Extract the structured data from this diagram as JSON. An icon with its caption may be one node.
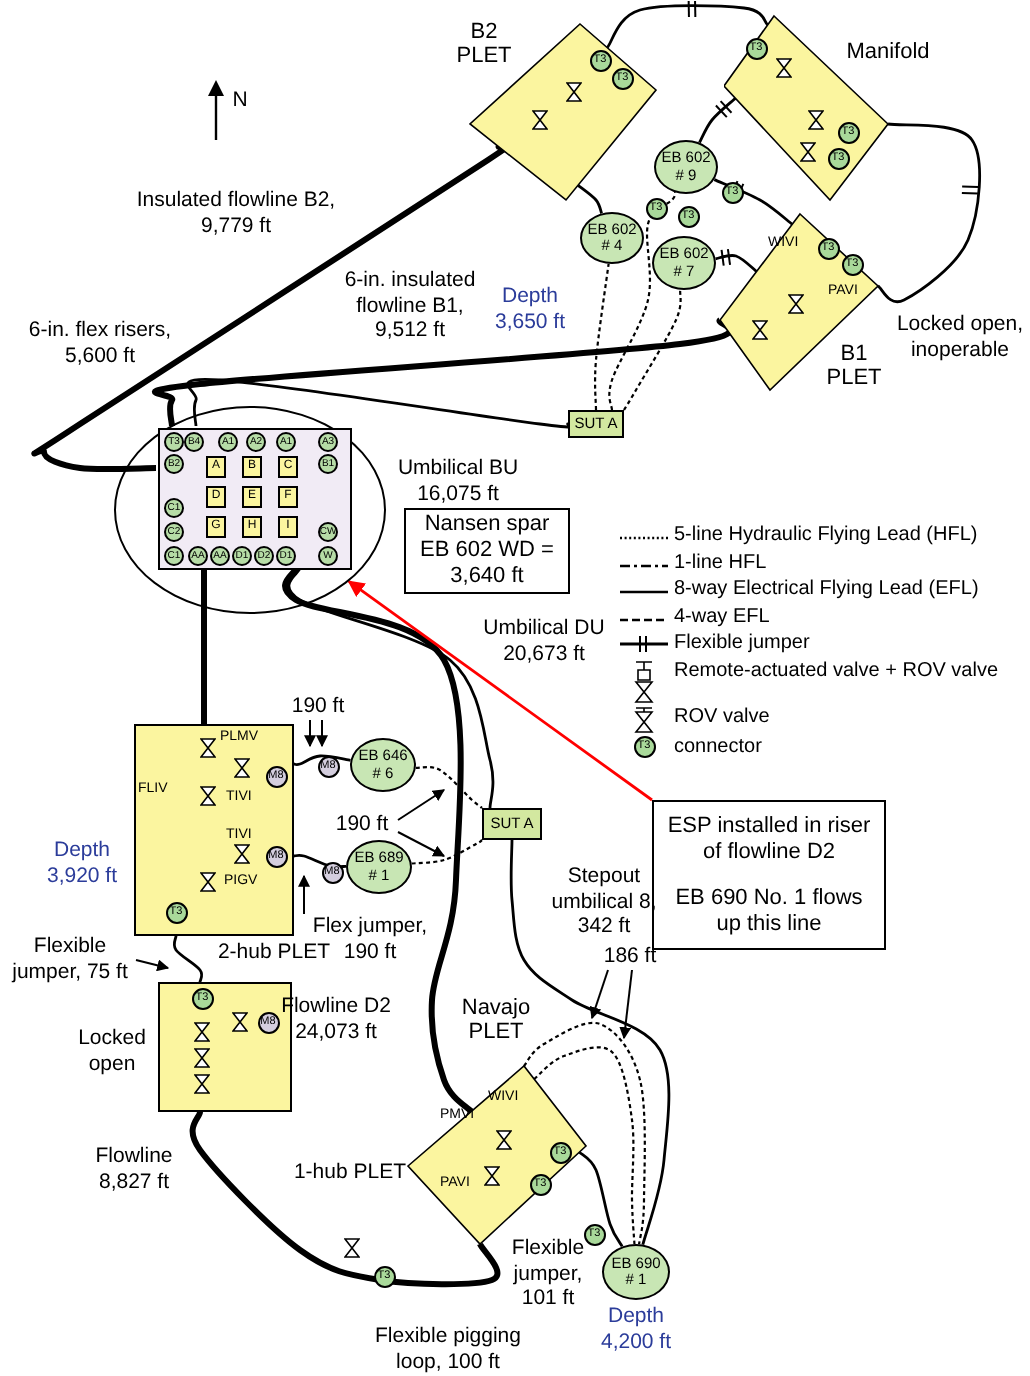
{
  "diagram": {
    "nodes": [
      {
        "text": [
          "B2 PLET"
        ]
      },
      {
        "text": [
          "Manifold"
        ]
      },
      {
        "text": [
          "B1 PLET"
        ]
      },
      {
        "text": [
          "EB 602 # 4"
        ]
      },
      {
        "text": [
          "EB 602 # 9"
        ]
      },
      {
        "text": [
          "EB 602 # 7"
        ]
      },
      {
        "text": [
          "SUT A"
        ]
      },
      {
        "text": [],
        "shape": "circle"
      },
      {
        "text": [],
        "shape": "box",
        "in": 7
      },
      {
        "text": [
          "Nansen spar EB 602 WD = 3,640 ft"
        ]
      },
      {
        "text": [],
        "shape": "box"
      },
      {
        "text": [
          "EB 646 # 6"
        ]
      },
      {
        "text": [
          "EB 689 # 1"
        ]
      },
      {
        "text": [
          "SUT A"
        ]
      },
      {
        "text": [],
        "shape": "box"
      },
      {
        "text": [
          "Navajo PLET"
        ]
      },
      {
        "text": [
          "EB 690 # 1"
        ],
        "beside": [
          "Depth 4,200 ft"
        ]
      },
      {
        "text": [
          "ESP installed in riser of flowline D2",
          "EB 690 No. 1 flows up this line"
        ]
      }
    ],
    "edges": [
      {
        "from": 0,
        "to": 8,
        "arrow": "none",
        "style": "thick"
      },
      {
        "from": 2,
        "to": 8,
        "arrow": "none",
        "style": "thick"
      },
      {
        "from": 8,
        "to": 6,
        "arrow": "none"
      },
      {
        "from": 6,
        "to": 3,
        "arrow": "none",
        "style": "dashed"
      },
      {
        "from": 6,
        "to": 4,
        "arrow": "none",
        "style": "dashed"
      },
      {
        "from": 6,
        "to": 5,
        "arrow": "none",
        "style": "dashed"
      },
      {
        "from": 0,
        "to": 3,
        "arrow": "none"
      },
      {
        "from": 0,
        "to": 1,
        "arrow": "none"
      },
      {
        "from": 1,
        "to": 4,
        "arrow": "none"
      },
      {
        "from": 1,
        "to": 2,
        "arrow": "none"
      },
      {
        "from": 4,
        "to": 2,
        "arrow": "none"
      },
      {
        "from": 5,
        "to": 2,
        "arrow": "none"
      },
      {
        "from": 8,
        "to": 10,
        "arrow": "none",
        "style": "thick"
      },
      {
        "from": 8,
        "to": 13,
        "arrow": "none"
      },
      {
        "from": 8,
        "to": 15,
        "arrow": "none",
        "style": "thick"
      },
      {
        "from": 13,
        "to": 16,
        "arrow": "none"
      },
      {
        "from": 10,
        "to": 11,
        "arrow": "none"
      },
      {
        "from": 10,
        "to": 12,
        "arrow": "none"
      },
      {
        "from": 11,
        "to": 13,
        "arrow": "none",
        "style": "dashed"
      },
      {
        "from": 12,
        "to": 13,
        "arrow": "none",
        "style": "dashed"
      },
      {
        "from": 10,
        "to": 14,
        "arrow": "none"
      },
      {
        "from": 14,
        "to": 15,
        "arrow": "none",
        "style": "thick"
      },
      {
        "from": 15,
        "to": 16,
        "arrow": "none"
      },
      {
        "from": 15,
        "to": 16,
        "arrow": "none",
        "style": "dashed"
      },
      {
        "from": 15,
        "to": 16,
        "arrow": "none",
        "style": "dashed"
      },
      {
        "from": 17,
        "to": 7,
        "arrow": "to",
        "color": "#ff0000"
      }
    ],
    "labels": [
      "N",
      "Depth 3,650 ft",
      "Insulated flowline B2, 9,779 ft",
      "6-in. insulated flowline B1, 9,512 ft",
      "6-in. flex risers, 5,600 ft",
      "Locked open, inoperable",
      "WIVI",
      "PAVI",
      "T3",
      "T3",
      "T3",
      "T3",
      "T3",
      "T3",
      "T3",
      "T3",
      "T3",
      "T3",
      "T3",
      "B4",
      "A1",
      "A2",
      "A1",
      "A3",
      "B2",
      "A",
      "B",
      "C",
      "B1",
      "D",
      "E",
      "F",
      "C1",
      "C2",
      "G",
      "H",
      "I",
      "CW",
      "C1",
      "AA",
      "AA",
      "D1",
      "D2",
      "D1",
      "W",
      "Umbilical BU 16,075 ft",
      "Umbilical DU 20,673 ft",
      "PLMV",
      "M8",
      "FLIV",
      "M8",
      "TIVI",
      "TIVI",
      "M8",
      "M8",
      "PIGV",
      "Depth 3,920 ft",
      "T3",
      "2-hub PLET",
      "T3",
      "M8",
      "Locked open",
      "Flowline D2 24,073 ft",
      "Stepout umbilical 8, 342 ft",
      "1-hub PLET",
      "Flowline 8,827 ft",
      "PMVI",
      "WIVI",
      "PAVI",
      "T3",
      "T3",
      "T3",
      "T3",
      "Flexible jumper, 101 ft",
      "Flexible pigging loop, 100 ft",
      "T3",
      "Flexible jumper, 75 ft",
      "190 ft",
      "190 ft",
      "Flex jumper, 190 ft",
      "186 ft"
    ],
    "legend": [
      {
        "text": "5-line Hydraulic Flying Lead (HFL)"
      },
      {
        "text": "1-line HFL"
      },
      {
        "text": "8-way Electrical Flying Lead (EFL)"
      },
      {
        "text": "4-way EFL"
      },
      {
        "text": "Flexible jumper"
      },
      {
        "text": "Remote-actuated valve + ROV valve"
      },
      {
        "text": "ROV valve"
      },
      {
        "text": "connector"
      }
    ]
  }
}
